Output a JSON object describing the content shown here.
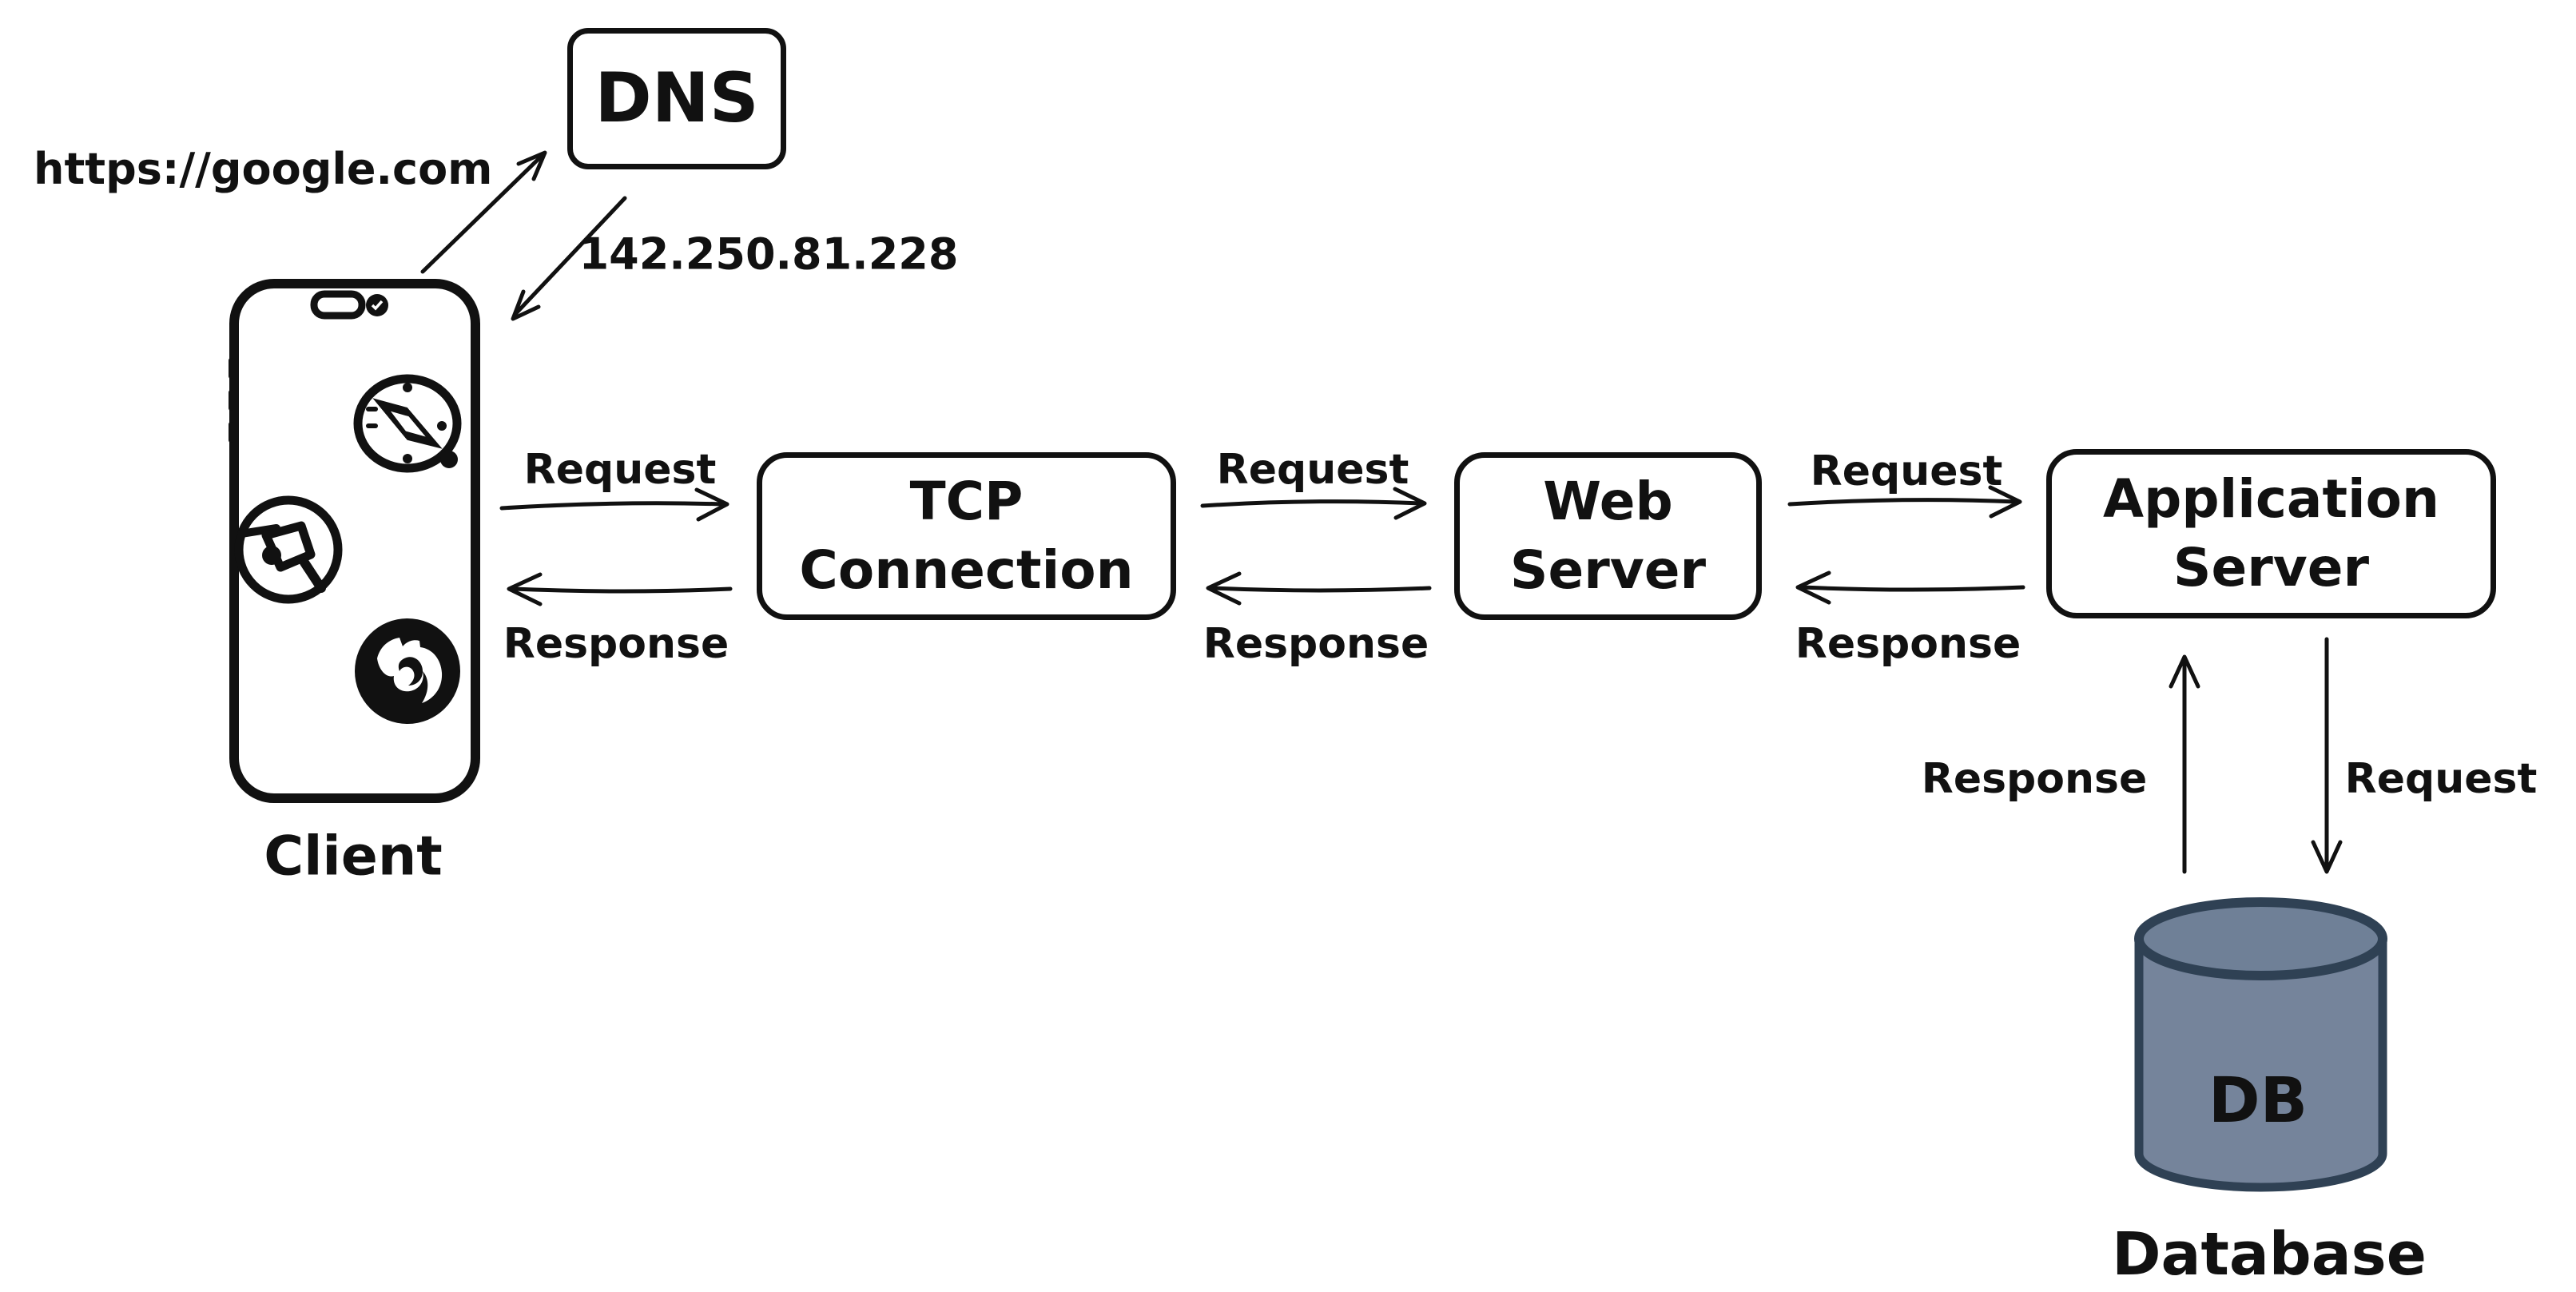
{
  "colors": {
    "background": "#ffffff",
    "ink": "#111111",
    "db_body": "#75849B",
    "db_top": "#6F8097",
    "db_stroke": "#2F4154"
  },
  "annotations": {
    "url": "https://google.com",
    "ip": "142.250.81.228"
  },
  "nodes": {
    "dns": {
      "label": "DNS"
    },
    "client": {
      "caption": "Client",
      "icons": [
        "camera-notch-icon",
        "safari-icon",
        "chrome-icon",
        "firefox-icon"
      ]
    },
    "tcp": {
      "line1": "TCP",
      "line2": "Connection"
    },
    "web": {
      "line1": "Web",
      "line2": "Server"
    },
    "app": {
      "line1": "Application",
      "line2": "Server"
    },
    "db": {
      "label": "DB",
      "caption": "Database"
    }
  },
  "edges": {
    "client_to_dns": {
      "label": ""
    },
    "dns_to_client": {
      "label": ""
    },
    "client_to_tcp": {
      "label": "Request"
    },
    "tcp_to_client": {
      "label": "Response"
    },
    "tcp_to_web": {
      "label": "Request"
    },
    "web_to_tcp": {
      "label": "Response"
    },
    "web_to_app": {
      "label": "Request"
    },
    "app_to_web": {
      "label": "Response"
    },
    "db_to_app": {
      "label": "Response"
    },
    "app_to_db": {
      "label": "Request"
    }
  }
}
